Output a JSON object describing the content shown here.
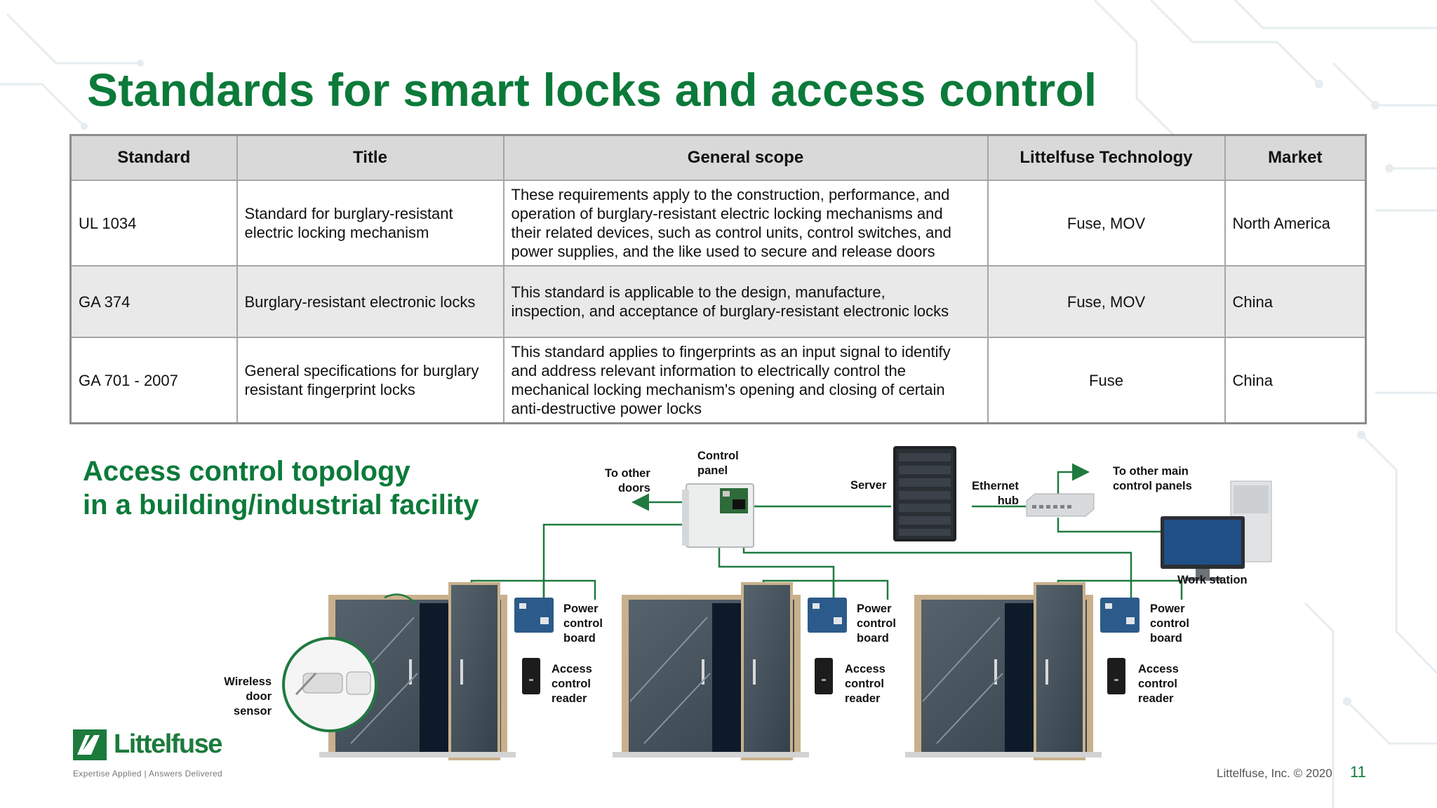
{
  "slide": {
    "title": "Standards for smart locks and access control",
    "subtitle_lines": [
      "Access control topology",
      "in a building/industrial facility"
    ],
    "page_number": "11",
    "copyright": "Littelfuse, Inc. © 2020",
    "brand_color": "#0b7a3a"
  },
  "table": {
    "headers": [
      "Standard",
      "Title",
      "General scope",
      "Littelfuse Technology",
      "Market"
    ],
    "rows": [
      {
        "standard": "UL 1034",
        "title_lines": [
          "Standard for burglary-resistant",
          "electric locking mechanism"
        ],
        "scope_lines": [
          "These requirements apply to the construction, performance, and",
          "operation of burglary-resistant electric locking mechanisms and",
          "their related devices, such as control units, control switches, and",
          "power supplies, and the like used to secure and release doors"
        ],
        "technology": "Fuse, MOV",
        "market": "North America"
      },
      {
        "standard": "GA 374",
        "title_lines": [
          "Burglary-resistant electronic locks"
        ],
        "scope_lines": [
          "This standard is applicable to the design, manufacture,",
          "inspection, and acceptance of burglary-resistant electronic locks"
        ],
        "technology": "Fuse, MOV",
        "market": "China"
      },
      {
        "standard": "GA 701 - 2007",
        "title_lines": [
          "General specifications for burglary",
          "resistant fingerprint locks"
        ],
        "scope_lines": [
          "This standard applies to fingerprints as an input signal to identify",
          "and address relevant information to electrically control the",
          "mechanical locking mechanism's opening and closing of certain",
          "anti-destructive power locks"
        ],
        "technology": "Fuse",
        "market": "China"
      }
    ]
  },
  "diagram": {
    "to_other_doors": [
      "To other",
      "doors"
    ],
    "control_panel": [
      "Control",
      "panel"
    ],
    "server": "Server",
    "ethernet_hub": [
      "Ethernet",
      "hub"
    ],
    "to_other_main": [
      "To other main",
      "control panels"
    ],
    "work_station": "Work station",
    "power_control_board": [
      "Power",
      "control",
      "board"
    ],
    "access_control_reader": [
      "Access",
      "control",
      "reader"
    ],
    "wireless_door_sensor": [
      "Wireless",
      "door",
      "sensor"
    ],
    "line_color": "#1f7a3f"
  },
  "logo": {
    "name": "Littelfuse",
    "tagline": "Expertise Applied  |  Answers Delivered"
  }
}
